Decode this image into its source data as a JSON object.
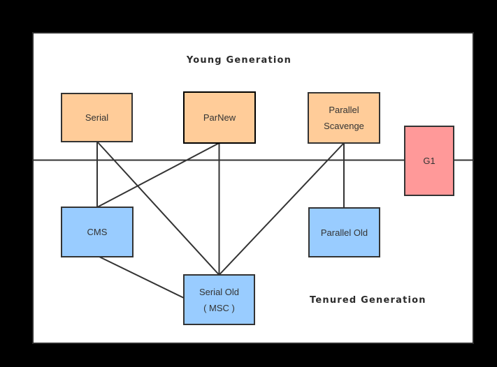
{
  "diagram": {
    "region_titles": {
      "young": "Young Generation",
      "tenured": "Tenured Generation"
    },
    "nodes": {
      "serial": {
        "label": "Serial"
      },
      "parnew": {
        "label": "ParNew"
      },
      "parallel_scavenge": {
        "line1": "Parallel",
        "line2": "Scavenge"
      },
      "g1": {
        "label": "G1"
      },
      "cms": {
        "label": "CMS"
      },
      "parallel_old": {
        "label": "Parallel Old"
      },
      "serial_old": {
        "line1": "Serial Old",
        "line2": "( MSC )"
      }
    },
    "edges": [
      {
        "from": "young-generation",
        "to": "tenured-generation",
        "kind": "divider"
      },
      {
        "from": "serial",
        "to": "cms"
      },
      {
        "from": "serial",
        "to": "serial_old"
      },
      {
        "from": "parnew",
        "to": "cms"
      },
      {
        "from": "parnew",
        "to": "serial_old"
      },
      {
        "from": "parallel_scavenge",
        "to": "serial_old"
      },
      {
        "from": "parallel_scavenge",
        "to": "parallel_old"
      },
      {
        "from": "cms",
        "to": "serial_old"
      }
    ],
    "colors": {
      "page_background": "#000000",
      "canvas_background": "#FFFFFF",
      "young_node_fill": "#FFCC99",
      "tenured_node_fill": "#99CCFF",
      "g1_node_fill": "#FF9999",
      "edge_stroke": "#333333",
      "node_border": "#333333",
      "parnew_border": "#000000"
    }
  }
}
